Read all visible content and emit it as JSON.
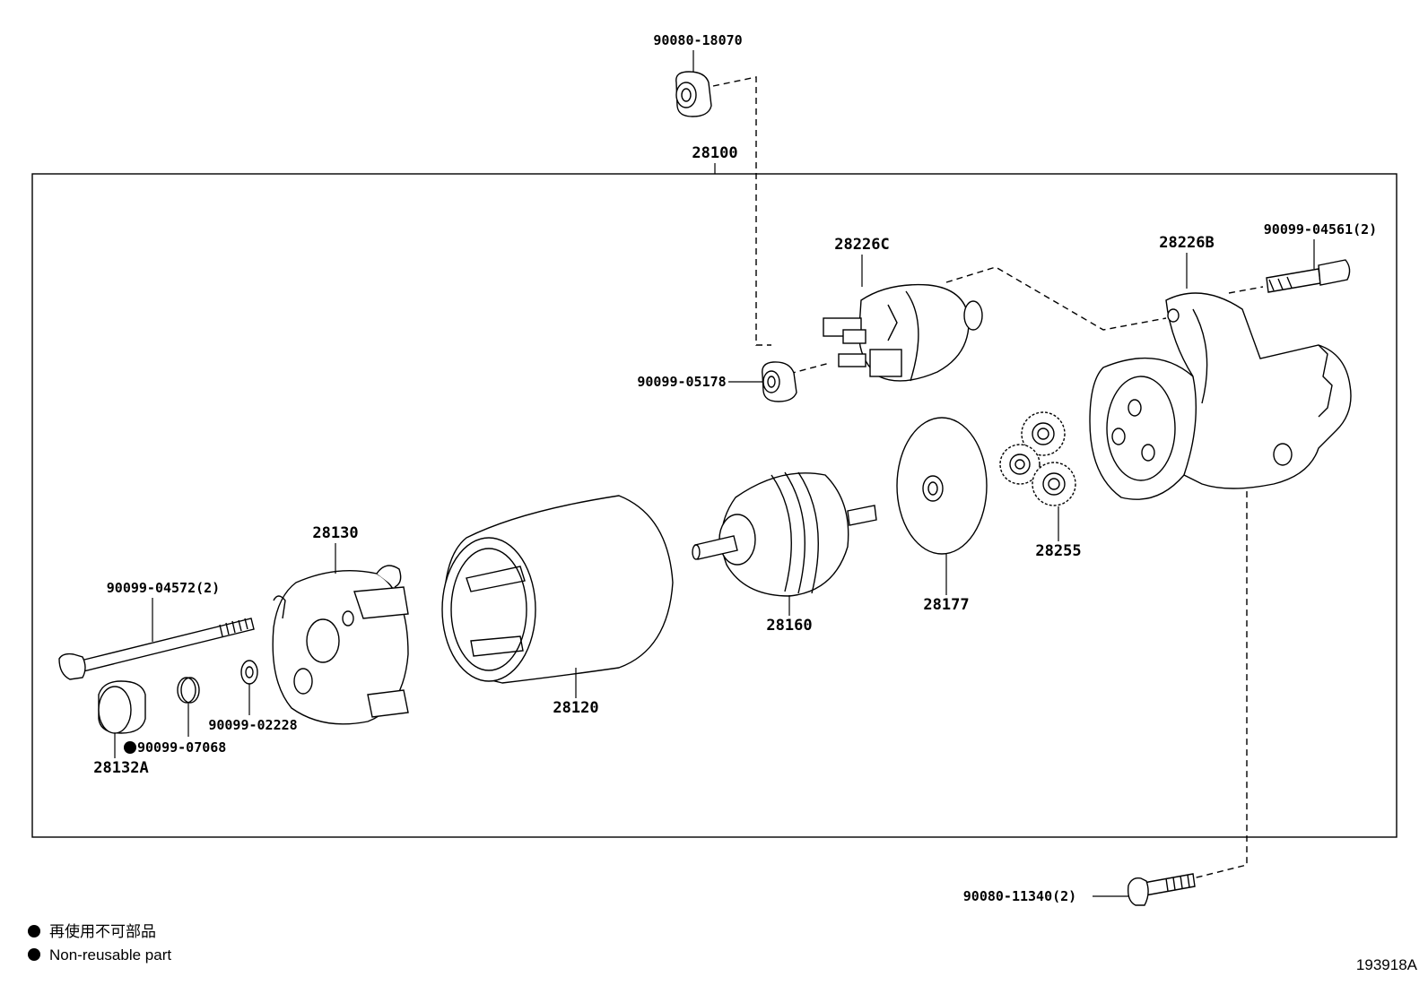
{
  "diagram_id": "193918A",
  "assembly": {
    "label": "28100"
  },
  "parts": {
    "nut_top": {
      "label": "90080-18070"
    },
    "solenoid": {
      "label": "28226C"
    },
    "solenoid_nut": {
      "label": "90099-05178"
    },
    "housing": {
      "label": "28226B"
    },
    "housing_bolt": {
      "label": "90099-04561(2)"
    },
    "planetary_gears": {
      "label": "28255"
    },
    "plate": {
      "label": "28177"
    },
    "armature": {
      "label": "28160"
    },
    "yoke": {
      "label": "28120"
    },
    "end_frame": {
      "label": "28130"
    },
    "through_bolt": {
      "label": "90099-04572(2)"
    },
    "cap": {
      "label": "28132A"
    },
    "o_ring": {
      "label": "90099-07068"
    },
    "washer": {
      "label": "90099-02228"
    },
    "bottom_bolt": {
      "label": "90080-11340(2)"
    }
  },
  "legend": {
    "items": [
      {
        "marker": "●",
        "text": "再使用不可部品"
      },
      {
        "marker": "●",
        "text": "Non-reusable part"
      }
    ]
  }
}
